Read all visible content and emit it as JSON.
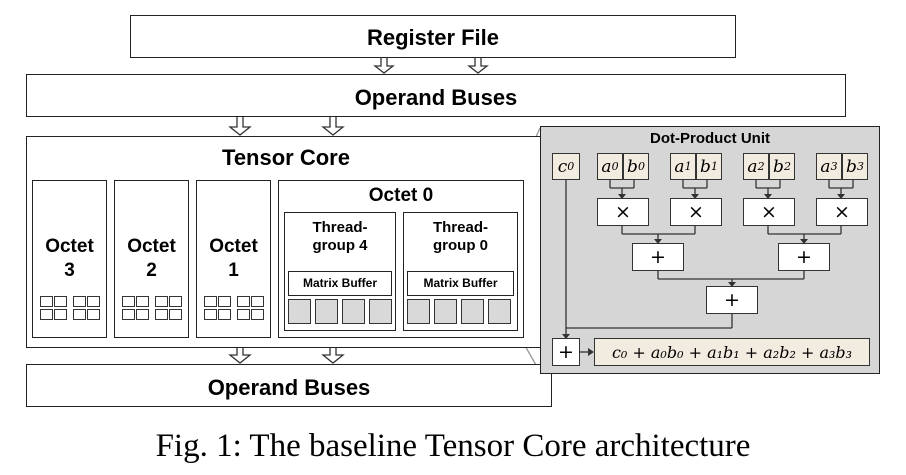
{
  "register_file": {
    "label": "Register File"
  },
  "top_buses": {
    "label": "Operand Buses"
  },
  "bottom_buses": {
    "label": "Operand Buses"
  },
  "tensor_core": {
    "title": "Tensor Core",
    "octets": [
      {
        "name": "Octet",
        "number": "3"
      },
      {
        "name": "Octet",
        "number": "2"
      },
      {
        "name": "Octet",
        "number": "1"
      }
    ],
    "octet0": {
      "title": "Octet 0",
      "thread_groups": [
        {
          "line1": "Thread-",
          "line2": "group 4",
          "buffer": "Matrix Buffer"
        },
        {
          "line1": "Thread-",
          "line2": "group 0",
          "buffer": "Matrix Buffer"
        }
      ]
    }
  },
  "dot_product_unit": {
    "title": "Dot-Product Unit",
    "inputs": {
      "c": "c",
      "a": [
        "a",
        "a",
        "a",
        "a"
      ],
      "b": [
        "b",
        "b",
        "b",
        "b"
      ],
      "subscripts": [
        "0",
        "1",
        "2",
        "3"
      ]
    },
    "multiply_op": "×",
    "add_op": "+",
    "result_formula": "c₀ + a₀b₀ + a₁b₁ + a₂b₂ + a₃b₃"
  },
  "caption": "Fig. 1: The baseline Tensor Core architecture"
}
